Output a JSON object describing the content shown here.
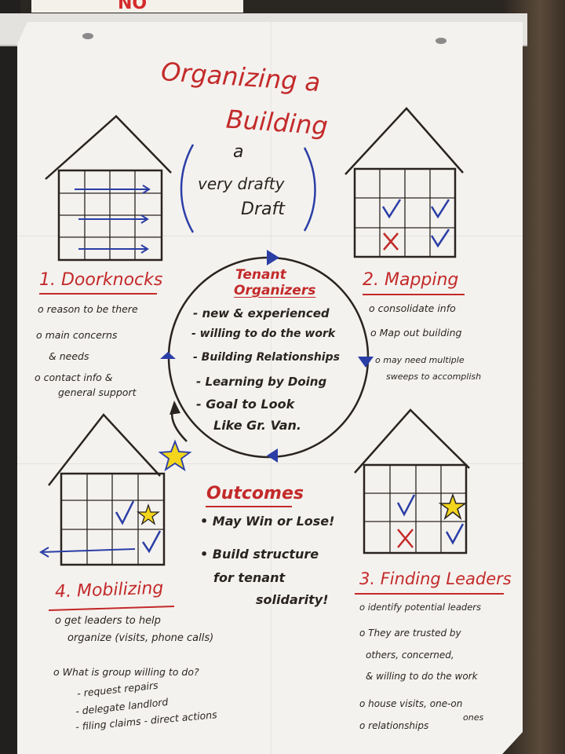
{
  "title": {
    "line1": "Organizing a",
    "line2": "Building"
  },
  "subtitle": {
    "a": "a",
    "line1": "very drafty",
    "line2": "Draft"
  },
  "center": {
    "heading": [
      "Tenant",
      "Organizers"
    ],
    "items": [
      "- new & experienced",
      "- willing to do the work",
      "- Building Relationships",
      "- Learning by Doing",
      "- Goal to Look",
      "Like Gr. Van."
    ]
  },
  "doorknocks": {
    "heading": "1. Doorknocks",
    "items": [
      "o reason to be there",
      "o main concerns",
      "& needs",
      "o contact info &",
      "general support"
    ]
  },
  "mapping": {
    "heading": "2. Mapping",
    "items": [
      "o consolidate info",
      "o Map out building",
      "o may need multiple",
      "sweeps to accomplish"
    ]
  },
  "leaders": {
    "heading": "3. Finding Leaders",
    "items": [
      "o identify potential leaders",
      "o They are trusted by",
      "others, concerned,",
      "& willing to do the work",
      "o house visits, one-on",
      "ones",
      "o relationships"
    ]
  },
  "mobilizing": {
    "heading": "4. Mobilizing",
    "items": [
      "o get leaders to help",
      "organize (visits, phone calls)",
      "o What is group willing to do?",
      "- request repairs",
      "- delegate landlord",
      "- filing claims - direct actions"
    ]
  },
  "outcomes": {
    "heading": "Outcomes",
    "items": [
      "• May Win or Lose!",
      "• Build structure",
      "for tenant",
      "solidarity!"
    ]
  },
  "top_sign": "NO",
  "colors": {
    "red": "#c32a2a",
    "blue": "#2b3ea6",
    "ink": "#2a2420",
    "star": "#f2d51c",
    "paper": "#f4f2ef"
  }
}
